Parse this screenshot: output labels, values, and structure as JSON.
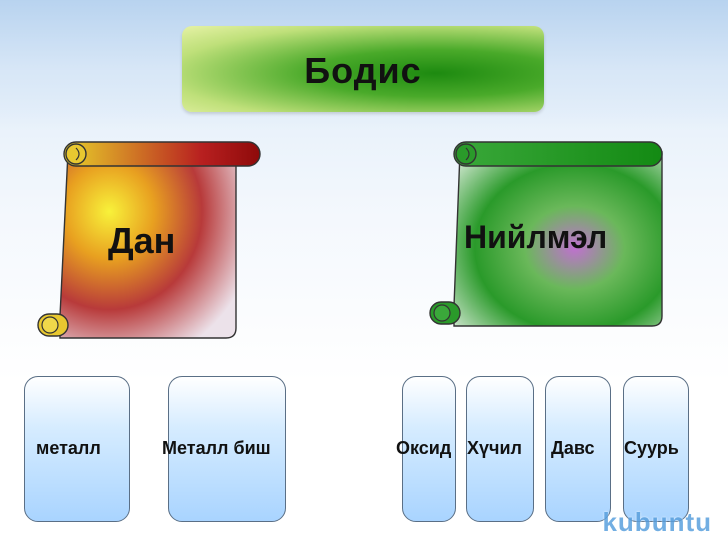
{
  "title": "Бодис",
  "left_scroll": {
    "label": "Дан"
  },
  "right_scroll": {
    "label": "Нийлмэл"
  },
  "boxes": [
    {
      "label": "металл"
    },
    {
      "label": "Металл биш"
    },
    {
      "label": "Оксид"
    },
    {
      "label": "Хүчил"
    },
    {
      "label": "Давс"
    },
    {
      "label": "Суурь"
    }
  ],
  "logo": "kubuntu",
  "colors": {
    "left_scroll": "#b01010",
    "right_scroll": "#1a9a1a",
    "box_fill": "#a9d4ff",
    "banner": "#3aa020"
  }
}
